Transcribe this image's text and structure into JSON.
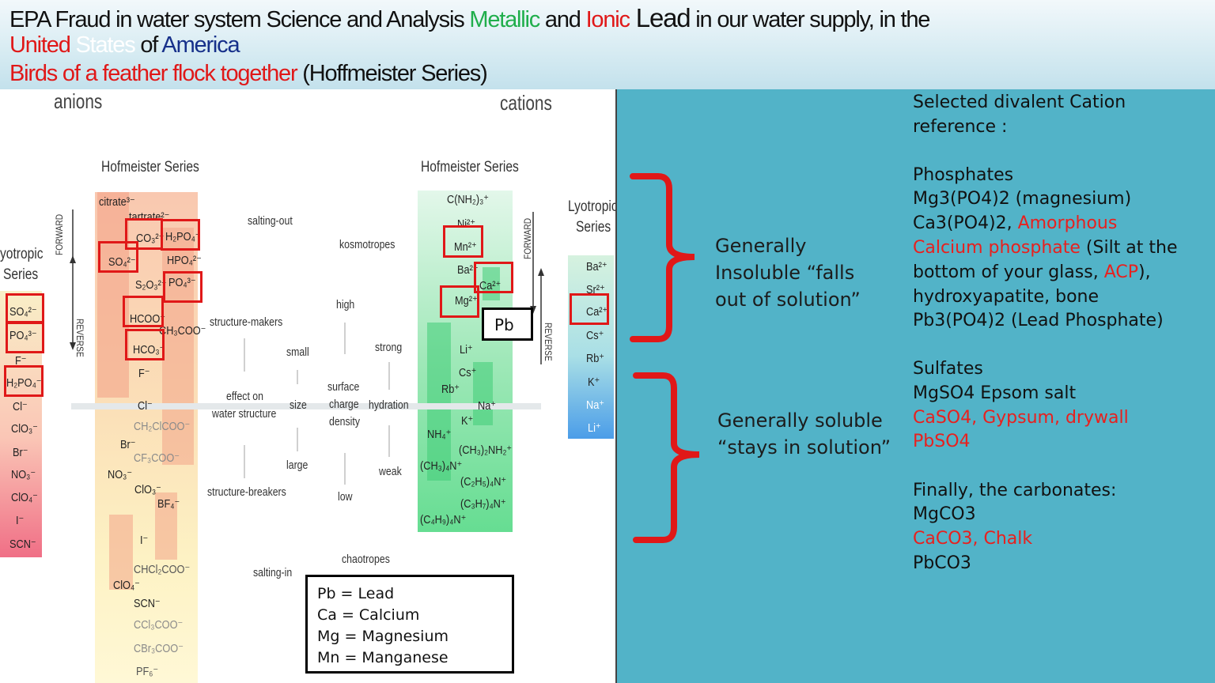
{
  "header": {
    "line1": {
      "a": "EPA Fraud in water system Science and Analysis ",
      "b": "Metallic",
      "c": " and ",
      "d": "Ionic",
      "e": " Lead",
      "f": " in our water supply, in the"
    },
    "line2": {
      "a": "United",
      "b": " States",
      "c": " of",
      "d": " America"
    },
    "line3": {
      "a": "Birds of a feather flock together",
      "b": " (Hoffmeister Series)"
    }
  },
  "diagram": {
    "anions_label": "anions",
    "cations_label": "cations",
    "hofmeister_left": "Hofmeister Series",
    "hofmeister_right": "Hofmeister Series",
    "lyotropic_left": [
      "yotropic",
      "Series"
    ],
    "lyotropic_right": [
      "Lyotropic",
      "Series"
    ],
    "forward": "FORWARD",
    "reverse": "REVERSE",
    "mid": {
      "salting_out": "salting-out",
      "salting_in": "salting-in",
      "kosmotropes": "kosmotropes",
      "chaotropes": "chaotropes",
      "structure_makers": "structure-makers",
      "structure_breakers": "structure-breakers",
      "effect": [
        "effect on",
        "water structure"
      ],
      "size": "size",
      "small": "small",
      "large": "large",
      "surface": [
        "surface",
        "charge",
        "density"
      ],
      "high": "high",
      "low": "low",
      "hydration": "hydration",
      "strong": "strong",
      "weak": "weak"
    },
    "left_lyo_ions": [
      "SO₄²⁻",
      "PO₄³⁻",
      "F⁻",
      "H₂PO₄⁻",
      "Cl⁻",
      "ClO₃⁻",
      "Br⁻",
      "NO₃⁻",
      "ClO₄⁻",
      "I⁻",
      "SCN⁻"
    ],
    "anion_col1": [
      "citrate³⁻",
      "tartrate²⁻",
      "CO₃²⁻",
      "SO₄²⁻",
      "S₂O₃²⁻",
      "HCOO⁻",
      "HCO₃⁻",
      "F⁻",
      "Cl⁻",
      "CH₂ClCOO⁻",
      "Br⁻",
      "CF₃COO⁻",
      "NO₃⁻",
      "ClO₃⁻",
      "I⁻",
      "CHCl₂COO⁻",
      "ClO₄⁻",
      "SCN⁻",
      "CCl₃COO⁻",
      "CBr₃COO⁻",
      "PF₆⁻"
    ],
    "anion_col2": [
      "H₂PO₄⁻",
      "HPO₄²⁻",
      "PO₄³⁻",
      "CH₃COO⁻",
      "BF₄⁻"
    ],
    "cation_ions": [
      "C(NH₂)₃⁺",
      "Ni²⁺",
      "Mn²⁺",
      "Ba²⁺",
      "Ca²⁺",
      "Mg²⁺",
      "Li⁺",
      "Cs⁺",
      "Rb⁺",
      "Na⁺",
      "K⁺",
      "NH₄⁺",
      "(CH₃)₂NH₂⁺",
      "(CH₃)₄N⁺",
      "(C₂H₅)₄N⁺",
      "(C₃H₇)₄N⁺",
      "(C₄H₉)₄N⁺"
    ],
    "pb_label": "Pb",
    "right_lyo_ions": [
      "Ba²⁺",
      "Sr²⁺",
      "Ca²⁺",
      "Cs⁺",
      "Rb⁺",
      "K⁺",
      "Na⁺",
      "Li⁺"
    ],
    "legend": [
      "Pb = Lead",
      "Ca = Calcium",
      "Mg = Magnesium",
      "Mn = Manganese"
    ]
  },
  "right_panel": {
    "insoluble": [
      "Generally",
      "Insoluble “falls",
      "out of solution”"
    ],
    "soluble": [
      "Generally soluble",
      "“stays in solution”"
    ],
    "ref_title": [
      "Selected divalent Cation",
      "reference :"
    ],
    "phosphates_heading": "Phosphates",
    "mg3": "Mg3(PO4)2 (magnesium)",
    "ca3": "Ca3(PO4)2, ",
    "amorphous": "Amorphous",
    "calcium_phosphate": "Calcium phosphate",
    "silt": " (Silt at the",
    "bottom": "bottom of your glass, ",
    "acp": "ACP",
    "bottom_end": "),",
    "hydroxy": "hydroxyapatite, bone",
    "pb3": "Pb3(PO4)2 (Lead Phosphate)",
    "sulfates_heading": "Sulfates",
    "mgso4": "MgSO4  Epsom salt",
    "caso4": "CaSO4, Gypsum, drywall",
    "pbso4": "PbSO4",
    "carbonates_heading": " Finally, the carbonates:",
    "mgco3": "MgCO3",
    "caco3": "CaCO3, Chalk",
    "pbco3": "PbCO3"
  },
  "colors": {
    "red": "#e01818",
    "green": "#1fae4b",
    "blue": "#16308a",
    "panel": "#52b3c8"
  }
}
